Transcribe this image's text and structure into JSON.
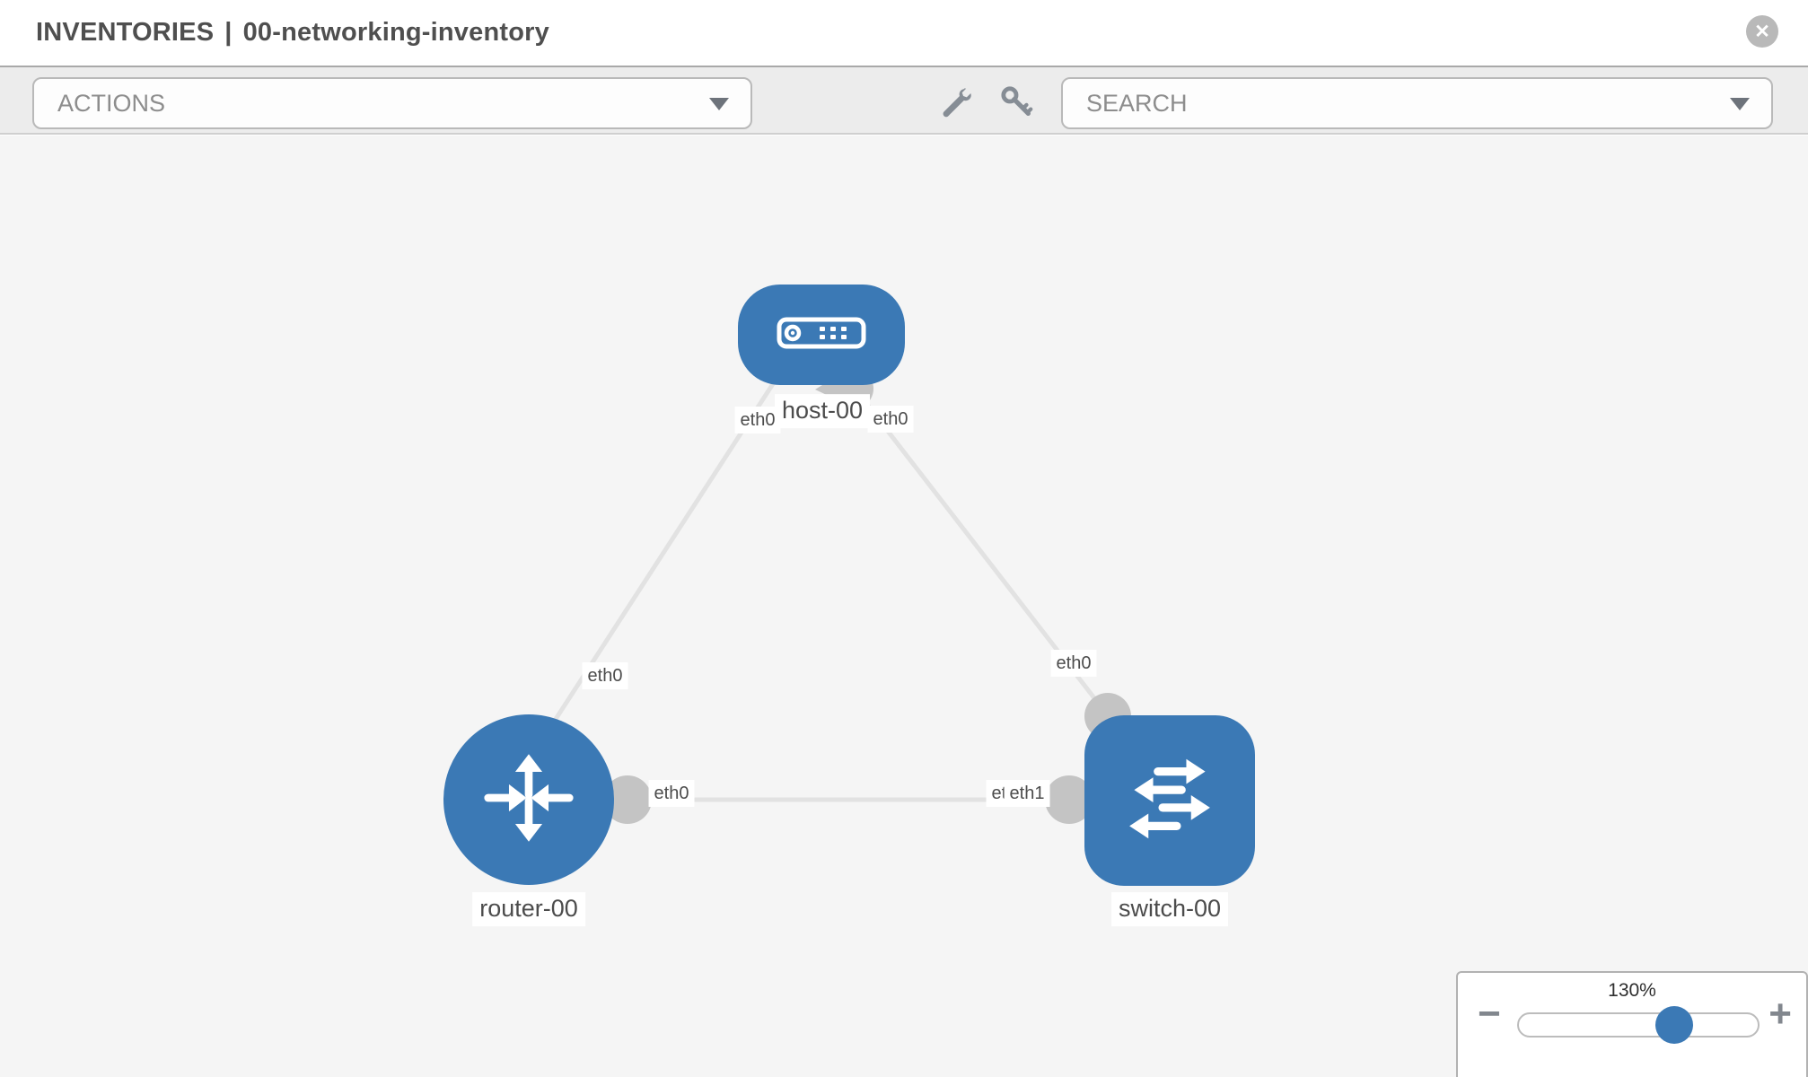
{
  "header": {
    "section": "INVENTORIES",
    "separator": "|",
    "inventory_name": "00-networking-inventory",
    "close_glyph": "✕"
  },
  "toolbar": {
    "actions_label": "ACTIONS",
    "search_label": "SEARCH",
    "icons": [
      "wrench-icon",
      "key-icon"
    ]
  },
  "diagram": {
    "nodes": [
      {
        "id": "host-00",
        "label": "host-00",
        "type": "host",
        "icon": "host-icon"
      },
      {
        "id": "router-00",
        "label": "router-00",
        "type": "router",
        "icon": "router-icon"
      },
      {
        "id": "switch-00",
        "label": "switch-00",
        "type": "switch",
        "icon": "switch-icon"
      }
    ],
    "links": [
      {
        "from": "host-00",
        "to": "router-00",
        "labels": {
          "from_end": "eth0",
          "to_end": "eth0"
        }
      },
      {
        "from": "host-00",
        "to": "switch-00",
        "labels": {
          "from_end": "eth0",
          "to_end": "eth0"
        }
      },
      {
        "from": "router-00",
        "to": "switch-00",
        "labels": {
          "from_end": "eth0",
          "to_end_back": "eth0",
          "to_end_front": "eth1"
        }
      }
    ]
  },
  "zoom_panel": {
    "level": "130%",
    "minus_glyph": "−",
    "plus_glyph": "+"
  },
  "colors": {
    "node_blue": "#3b79b5",
    "link_gray": "#e2e2e2",
    "endpoint_gray": "#c4c4c4",
    "toolbar_gray": "#ececec",
    "canvas_gray": "#f5f5f5"
  }
}
